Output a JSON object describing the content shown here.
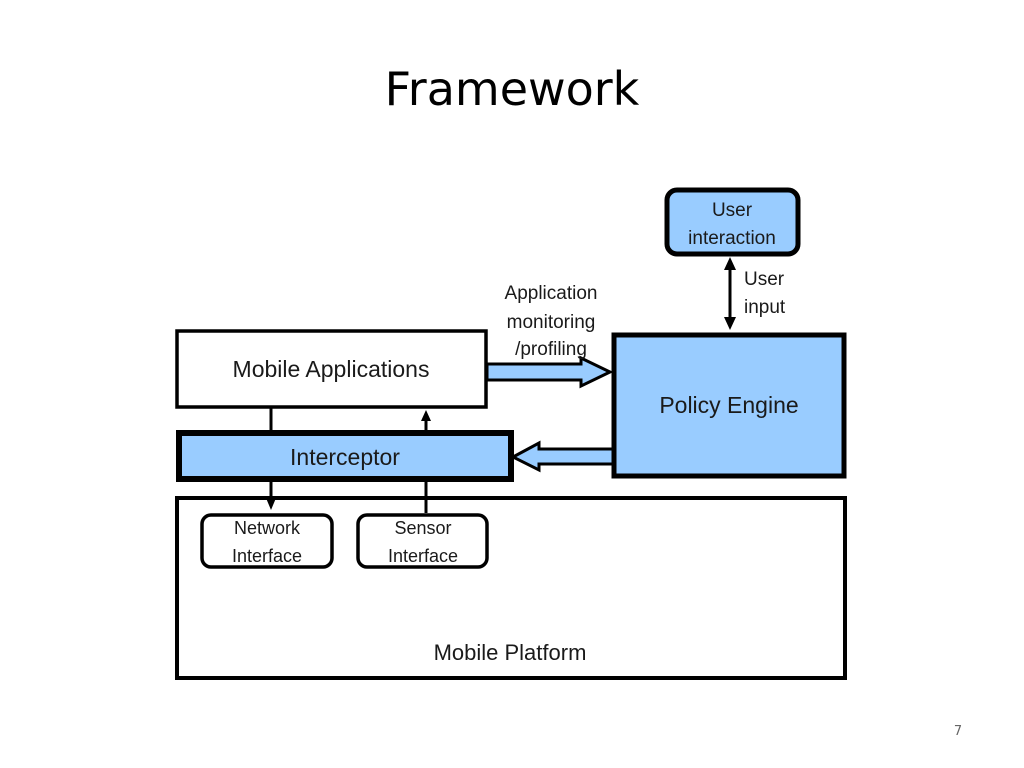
{
  "slide": {
    "title": "Framework",
    "page_number": "7"
  },
  "colors": {
    "box_fill_blue": "#99ccff",
    "box_stroke": "#000000",
    "box_fill_white": "#ffffff"
  },
  "diagram": {
    "nodes": {
      "user_interaction": {
        "line1": "User",
        "line2": "interaction"
      },
      "policy_engine": {
        "label": "Policy Engine"
      },
      "mobile_applications": {
        "label": "Mobile Applications"
      },
      "interceptor": {
        "label": "Interceptor"
      },
      "mobile_platform": {
        "label": "Mobile Platform"
      },
      "network_interface": {
        "line1": "Network",
        "line2": "Interface"
      },
      "sensor_interface": {
        "line1": "Sensor",
        "line2": "Interface"
      }
    },
    "edges": {
      "user_input": {
        "line1": "User",
        "line2": "input"
      },
      "app_monitoring": {
        "line1": "Application",
        "line2": "monitoring",
        "line3": "/profiling"
      }
    }
  }
}
